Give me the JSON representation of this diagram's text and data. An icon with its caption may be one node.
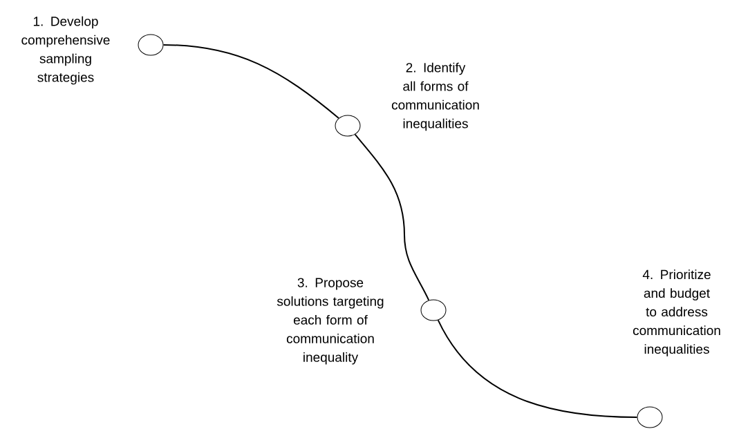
{
  "diagram": {
    "nodes": [
      {
        "text": [],
        "shape": "circle",
        "beside": [
          "1. Develop comprehensive sampling strategies"
        ]
      },
      {
        "text": [],
        "shape": "circle",
        "beside": [
          "2. Identify all forms of communication inequalities"
        ]
      },
      {
        "text": [],
        "shape": "circle",
        "beside": [
          "3. Propose solutions targeting each form of communication inequality"
        ]
      },
      {
        "text": [],
        "shape": "circle",
        "beside": [
          "4. Prioritize and budget to address communication inequalities"
        ]
      }
    ],
    "edges": [
      {
        "from": 0,
        "to": 1,
        "arrow": "none"
      },
      {
        "from": 1,
        "to": 2,
        "arrow": "none"
      },
      {
        "from": 2,
        "to": 3,
        "arrow": "none"
      }
    ]
  }
}
